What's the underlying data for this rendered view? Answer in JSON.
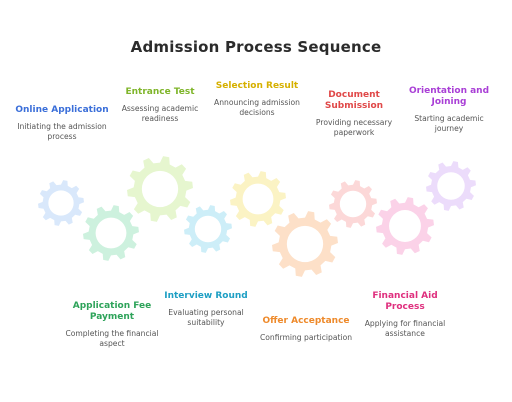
{
  "title": "Admission Process Sequence",
  "steps": [
    {
      "label": "Online Application",
      "desc": "Initiating the admission process",
      "color": "#3b6fd9",
      "gear": "#d9e8fb"
    },
    {
      "label": "Application Fee Payment",
      "desc": "Completing the financial aspect",
      "color": "#2ea35a",
      "gear": "#cdf1de"
    },
    {
      "label": "Entrance Test",
      "desc": "Assessing academic readiness",
      "color": "#7fb52a",
      "gear": "#e6f6cf"
    },
    {
      "label": "Interview Round",
      "desc": "Evaluating personal suitability",
      "color": "#1e9fc4",
      "gear": "#cdeef8"
    },
    {
      "label": "Selection Result",
      "desc": "Announcing admission decisions",
      "color": "#d6b000",
      "gear": "#fbf3c4"
    },
    {
      "label": "Offer Acceptance",
      "desc": "Confirming participation",
      "color": "#ee8a2b",
      "gear": "#fde0c8"
    },
    {
      "label": "Document Submission",
      "desc": "Providing necessary paperwork",
      "color": "#e04848",
      "gear": "#fcd8d8"
    },
    {
      "label": "Financial Aid Process",
      "desc": "Applying for financial assistance",
      "color": "#df2f7e",
      "gear": "#fbd2e8"
    },
    {
      "label": "Orientation and Joining",
      "desc": "Starting academic journey",
      "color": "#a93fd6",
      "gear": "#ecdcfb"
    }
  ]
}
